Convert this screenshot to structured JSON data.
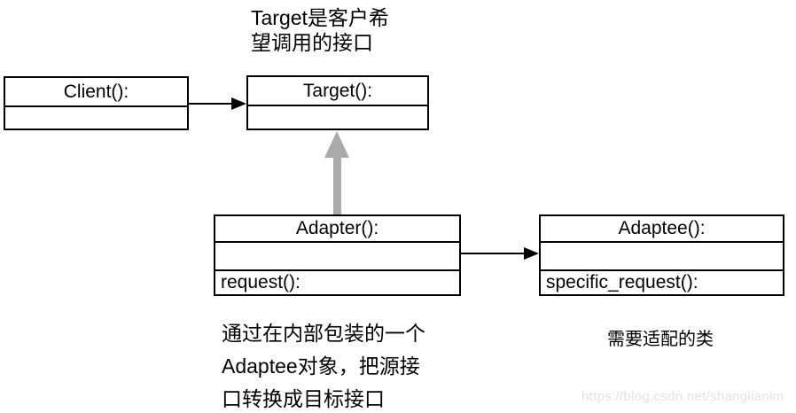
{
  "diagram": {
    "classes": {
      "client": {
        "title": "Client():"
      },
      "target": {
        "title": "Target():"
      },
      "adapter": {
        "title": "Adapter():",
        "method": "request():"
      },
      "adaptee": {
        "title": "Adaptee():",
        "method": "specific_request():"
      }
    },
    "notes": {
      "target_note_line1": "Target是客户希",
      "target_note_line2": "望调用的接口",
      "adapter_note_line1": "通过在内部包装的一个",
      "adapter_note_line2": "Adaptee对象，把源接",
      "adapter_note_line3": "口转换成目标接口",
      "adaptee_note": "需要适配的类"
    },
    "watermark": "https://blog.csdn.net/shanglianlm"
  },
  "colors": {
    "border": "#000000",
    "fill": "#ffffff",
    "black_arrow": "#000000",
    "gray_arrow": "#aaaaaa",
    "text": "#000000",
    "watermark": "#e2e2e6"
  }
}
